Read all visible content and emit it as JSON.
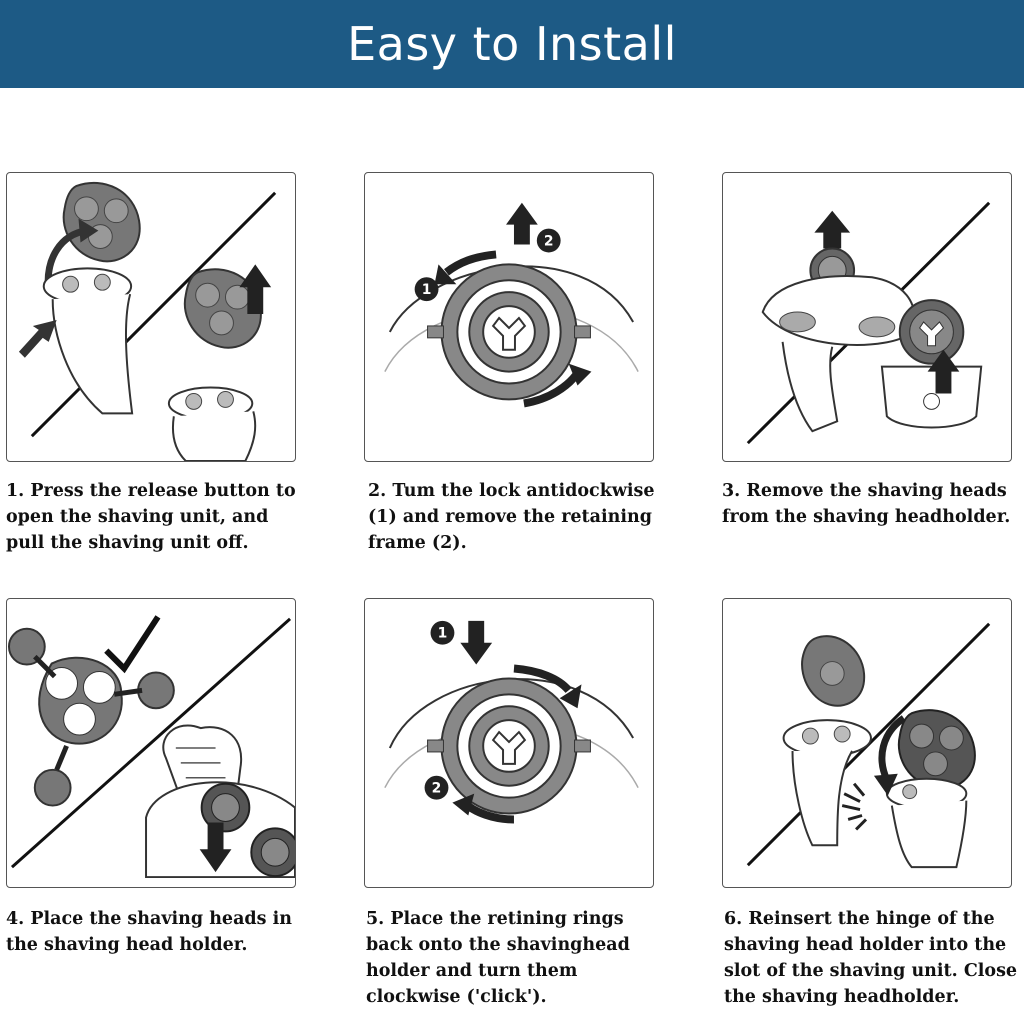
{
  "header": {
    "title": "Easy to Install",
    "color": "#1d5a85"
  },
  "steps": [
    {
      "caption": "1. Press the release button to open the shaving unit, and pull the shaving unit off."
    },
    {
      "caption": "2. Tum the lock antidockwise (1) and remove the retaining frame (2).",
      "markers": [
        "1",
        "2"
      ]
    },
    {
      "caption": "3. Remove the shaving heads from the shaving headholder."
    },
    {
      "caption": "4. Place the shaving heads in the shaving head holder."
    },
    {
      "caption": "5. Place the retining rings back onto the shavinghead holder and turn them clockwise ('click').",
      "markers": [
        "1",
        "2"
      ]
    },
    {
      "caption": "6. Reinsert the hinge of the shaving head holder into the slot of the shaving unit. Close the shaving headholder."
    }
  ],
  "icons": [
    "up-arrow-icon",
    "curved-arrow-icon",
    "checkmark-icon",
    "click-burst-icon"
  ]
}
